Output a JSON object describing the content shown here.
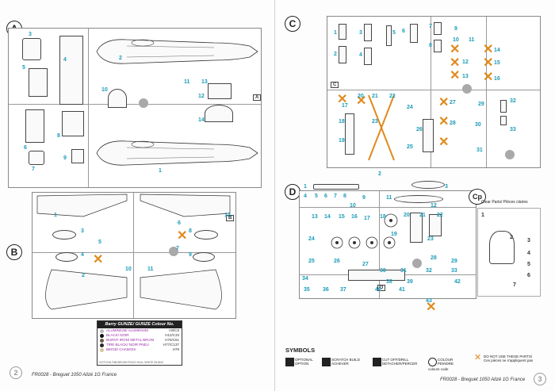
{
  "footer_left": "FR0028 - Breguet 1050 Alizé 1G France",
  "footer_right": "FR0028 - Breguet 1050 Alizé 1G France",
  "page_left": "2",
  "page_right": "3",
  "sprues": {
    "A": "A",
    "B": "B",
    "C": "C",
    "D": "D",
    "Cp": "Cp"
  },
  "tags": {
    "A_tag": "A",
    "B_tag": "B",
    "C_tag": "C",
    "D_tag": "D"
  },
  "cp_label": "Clear Parts/ Pièces claires",
  "legend": {
    "title": "Barry GUNZE/ GUNZE Colour No.",
    "rows": [
      {
        "name": "ALUMINIUM/ ALUMINIUM",
        "code": "H8/C8",
        "color": "#b9b9b9"
      },
      {
        "name": "BLACK/ NOIR",
        "code": "H12/C33",
        "color": "#111111"
      },
      {
        "name": "BURNT IRON/ METAL BRUNI",
        "code": "H76/C61",
        "color": "#6a5a48"
      },
      {
        "name": "TIRE BLACK/ NOIR PNEU",
        "code": "H77/C137",
        "color": "#2a2a2a"
      },
      {
        "name": "BEIGE/ CHAMOIS",
        "code": "H79",
        "color": "#d8c59a"
      }
    ],
    "foot": "GOTCHA TAB BRUSH ROUX  HULL WHITE BLANC"
  },
  "symbols": {
    "title": "SYMBOLS",
    "items": [
      {
        "text": "OPTIONAL OPTION"
      },
      {
        "text": "SCRATCH BUILD ACHEVER"
      },
      {
        "text": "CUT OFF/DRILL DETACHER/PERCER"
      },
      {
        "text": "COLOUR PEINDRE",
        "extra": "colours code"
      },
      {
        "text": "DO NOT USE THESE PARTS/ Ces pièces ne s'appliquent pas"
      }
    ]
  },
  "part_numbers": {
    "A": [
      "1",
      "2",
      "3",
      "4",
      "5",
      "6",
      "7",
      "8",
      "9",
      "10",
      "11",
      "12",
      "13",
      "14"
    ],
    "B": [
      "1",
      "2",
      "3",
      "4",
      "5",
      "6",
      "7",
      "8",
      "9",
      "10",
      "11",
      "12"
    ],
    "C": [
      "1",
      "2",
      "3",
      "4",
      "5",
      "6",
      "7",
      "8",
      "9",
      "10",
      "11",
      "12",
      "13",
      "14",
      "15",
      "16",
      "17",
      "18",
      "19",
      "20",
      "21",
      "22",
      "23",
      "24",
      "25",
      "26",
      "27",
      "28",
      "29",
      "30",
      "31",
      "32",
      "33"
    ],
    "D": [
      "1",
      "2",
      "3",
      "4",
      "5",
      "6",
      "7",
      "8",
      "9",
      "10",
      "11",
      "12",
      "13",
      "14",
      "15",
      "16",
      "17",
      "18",
      "19",
      "20",
      "21",
      "22",
      "23",
      "24",
      "25",
      "26",
      "27",
      "28",
      "29",
      "30",
      "31",
      "32",
      "33",
      "34",
      "35",
      "36",
      "37",
      "38",
      "39",
      "40",
      "41",
      "42",
      "43"
    ],
    "Cp": [
      "1",
      "2",
      "3",
      "4",
      "5",
      "6",
      "7"
    ]
  }
}
